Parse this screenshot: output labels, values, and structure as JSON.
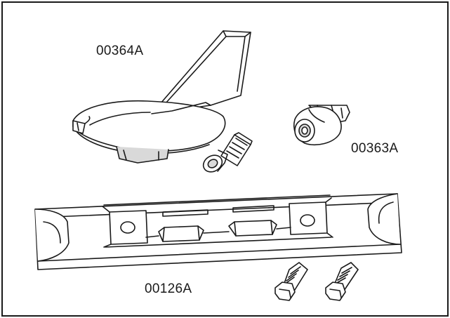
{
  "labels": {
    "trim_tab_part": "00364A",
    "plug_part": "00363A",
    "bar_part": "00126A"
  },
  "colors": {
    "stroke": "#1a1a1a",
    "shade": "#d9d9d9",
    "background": "#ffffff"
  }
}
